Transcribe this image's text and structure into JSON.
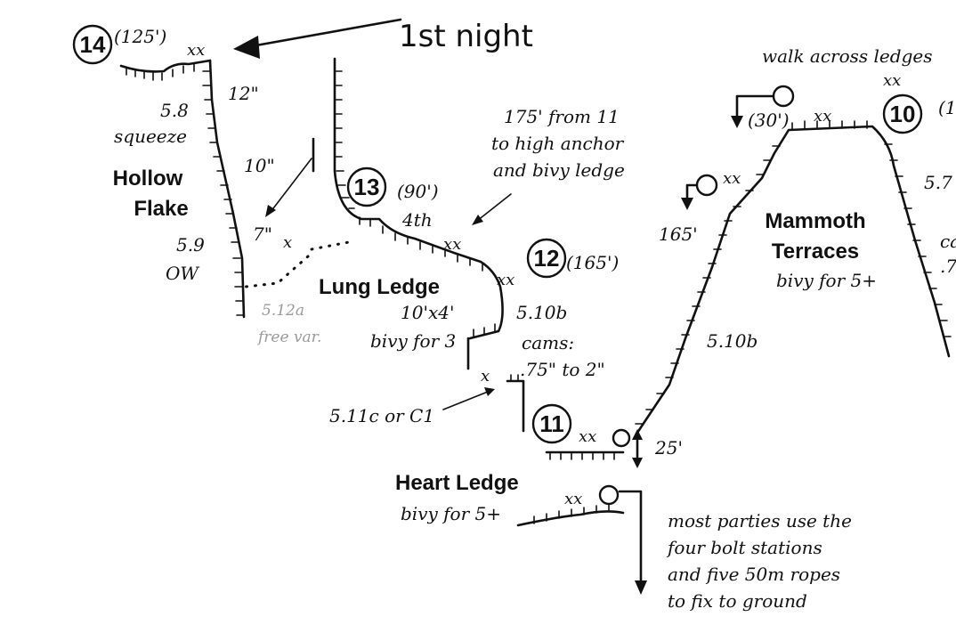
{
  "pitches": [
    {
      "num": "14",
      "length": "(125')"
    },
    {
      "num": "13",
      "length": "(90')"
    },
    {
      "num": "12",
      "length": "(165')"
    },
    {
      "num": "11"
    },
    {
      "num": "10",
      "length": "(1"
    }
  ],
  "labels": {
    "first_night": "1st night",
    "xx_14": "xx",
    "grade_58": "5.8",
    "squeeze": "squeeze",
    "size_12": "12\"",
    "size_10": "10\"",
    "size_7": "7\"",
    "hollow1": "Hollow",
    "hollow2": "Flake",
    "grade_59": "5.9",
    "ow": "OW",
    "x_dots": "x",
    "free1": "5.12a",
    "free2": "free var.",
    "fourth": "4th",
    "xx_13": "xx",
    "anchor1": "175' from 11",
    "anchor2": "to high anchor",
    "anchor3": "and bivy ledge",
    "xx_12": "xx",
    "lung": "Lung Ledge",
    "lung_size": "10'x4'",
    "lung_bivy": "bivy for 3",
    "grade_510b_a": "5.10b",
    "cams1": "cams:",
    "cams2": ".75\" to 2\"",
    "x_511": "x",
    "c1": "5.11c or C1",
    "xx_11": "xx",
    "d25": "25'",
    "heart": "Heart Ledge",
    "heart_bivy": "bivy for 5+",
    "xx_heart": "xx",
    "note1": "most parties use the",
    "note2": "four bolt stations",
    "note3": "and five 50m ropes",
    "note4": "to fix to ground",
    "walk": "walk across ledges",
    "xx_walk": "xx",
    "d30": "(30')",
    "xx_10": "xx",
    "xx_165": "xx",
    "d165": "165'",
    "mammoth1": "Mammoth",
    "mammoth2": "Terraces",
    "mammoth_bivy": "bivy for 5+",
    "grade_510b_b": "5.10b",
    "grade_57": "5.7",
    "cut_ca": "ca",
    "cut_7": ".7"
  }
}
